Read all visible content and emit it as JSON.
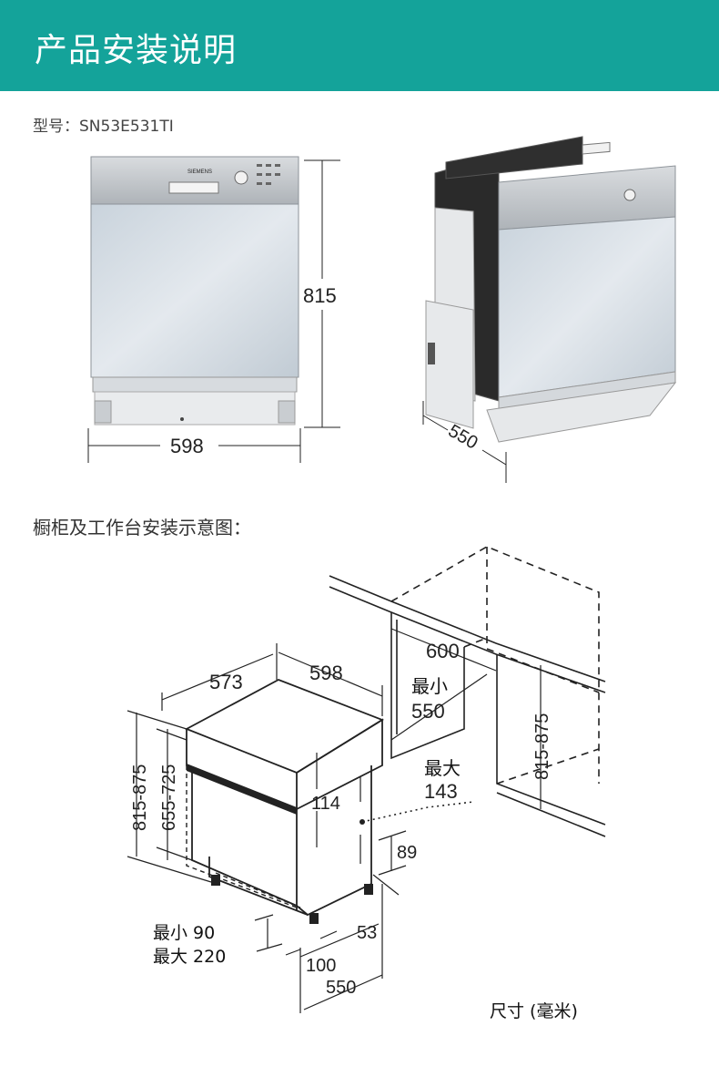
{
  "header": {
    "title": "产品安装说明",
    "color": "#14a39a"
  },
  "model_label": "型号：SN53E531TI",
  "product": {
    "brand": "SIEMENS",
    "height": "815",
    "width": "598",
    "depth": "550"
  },
  "section_title": "橱柜及工作台安装示意图：",
  "diagram": {
    "depth_573": "573",
    "width_598": "598",
    "niche_600": "600",
    "min_label": "最小",
    "min_550": "550",
    "max_label": "最大",
    "max_143": "143",
    "niche_height": "815-875",
    "left_height_1": "815-875",
    "left_height_2": "655-725",
    "d114": "114",
    "d89": "89",
    "d53": "53",
    "feet_min": "最小 90",
    "feet_max": "最大 220",
    "d100": "100",
    "d550_bottom": "550",
    "units": "尺寸 (毫米)"
  }
}
